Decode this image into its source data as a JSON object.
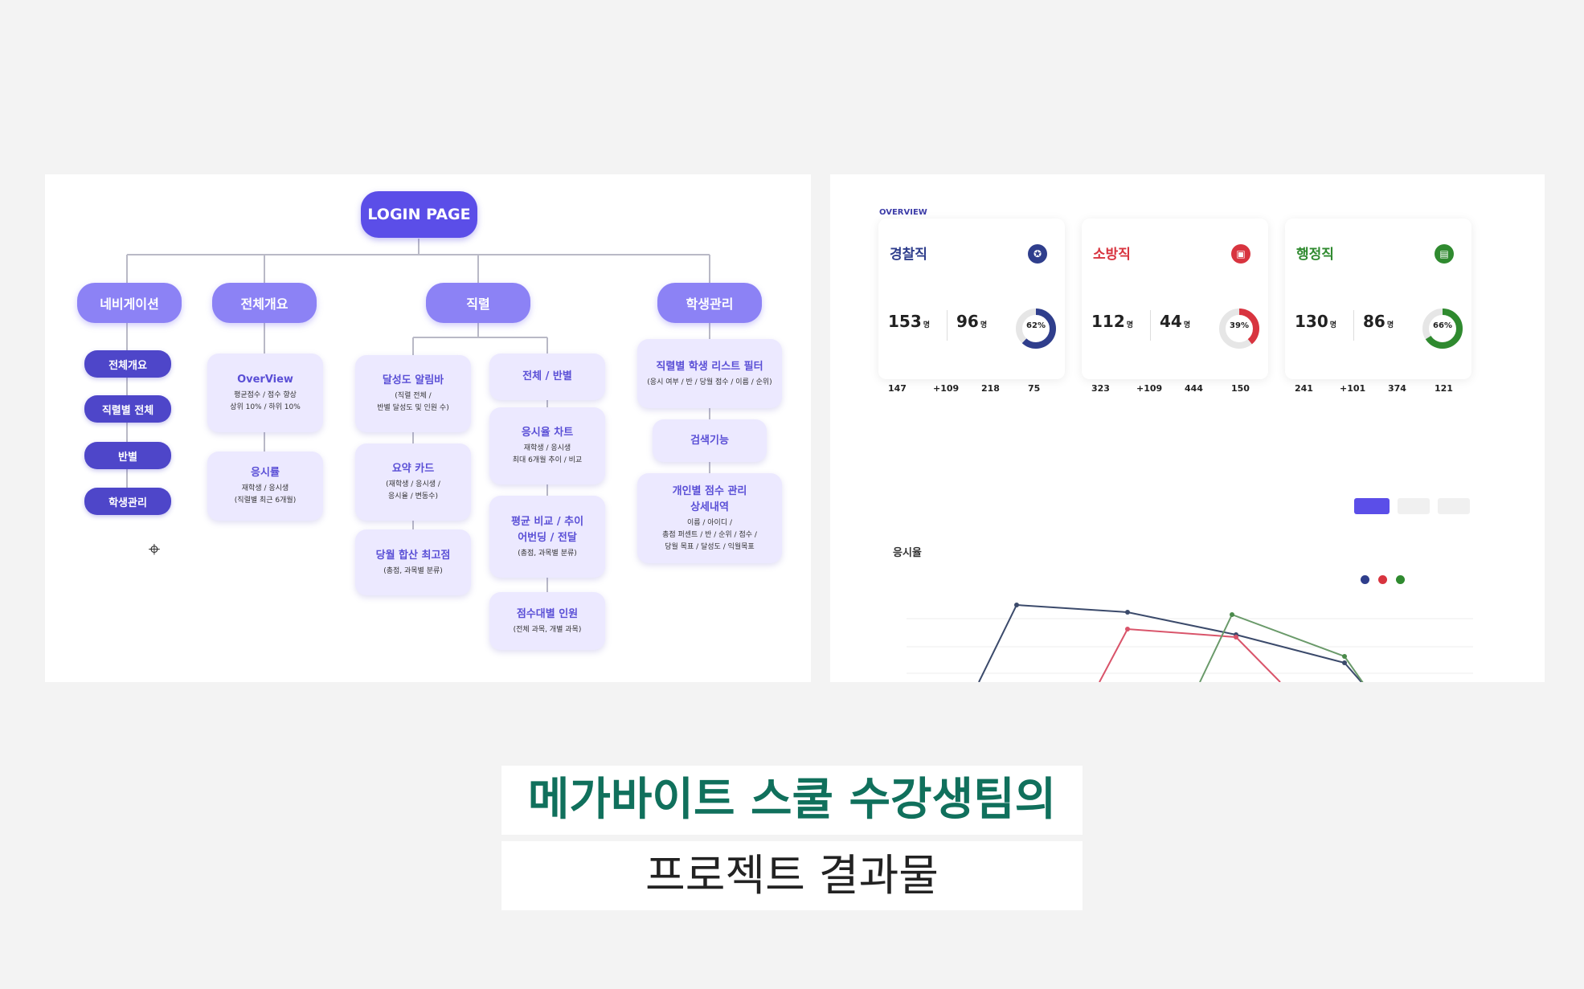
{
  "flowchart": {
    "root": "LOGIN PAGE",
    "categories": [
      "네비게이션",
      "전체개요",
      "직렬",
      "학생관리"
    ],
    "nav_items": [
      "전체개요",
      "직렬별 전체",
      "반별",
      "학생관리"
    ],
    "overview_cards": [
      {
        "title": "OverView",
        "desc": "평균점수 / 점수 향상\n상위 10% / 하위 10%"
      },
      {
        "title": "응시률",
        "desc": "재학생 / 응시생\n(직렬별 최근 6개월)"
      }
    ],
    "jikryeol_col1": [
      {
        "title": "달성도 알림바",
        "desc": "(직렬 전체 /\n반별 달성도 및 인원 수)"
      },
      {
        "title": "요약 카드",
        "desc": "(재학생 / 응시생 /\n응시율 / 변동수)"
      },
      {
        "title": "당월 합산 최고점",
        "desc": "(총점, 과목별 분류)"
      }
    ],
    "jikryeol_col2": [
      {
        "title": "전체 / 반별",
        "desc": ""
      },
      {
        "title": "응시율 차트",
        "desc": "재학생 / 응시생\n최대 6개월 추이 / 비교"
      },
      {
        "title": "평균 비교 / 추이\n어번딩 / 전달",
        "desc": "(총점, 과목별 분류)"
      },
      {
        "title": "점수대별 인원",
        "desc": "(전체 과목, 개별 과목)"
      }
    ],
    "student_cards": [
      {
        "title": "직렬별 학생 리스트 필터",
        "desc": "(응시 여부 / 반 / 당월 점수 / 이름 / 순위)"
      },
      {
        "title": "검색기능",
        "desc": ""
      },
      {
        "title": "개인별 점수 관리\n상세내역",
        "desc": "이름 / 아이디 /\n총점 퍼센트 / 반 / 순위 / 점수 /\n당월 목표 / 달성도 / 익월목표"
      }
    ]
  },
  "dashboard": {
    "overview_label": "OVERVIEW",
    "stat_cards": [
      {
        "title": "경찰직",
        "color": "#2f3e8c",
        "icon": "shield-icon",
        "v1": "153",
        "u1": "명",
        "v2": "96",
        "u2": "명",
        "ring": "62",
        "ring_pct": 0.62,
        "s": [
          "147",
          "+109",
          "218",
          "75"
        ]
      },
      {
        "title": "소방직",
        "color": "#d8343f",
        "icon": "fire-icon",
        "v1": "112",
        "u1": "명",
        "v2": "44",
        "u2": "명",
        "ring": "39",
        "ring_pct": 0.39,
        "s": [
          "323",
          "+109",
          "444",
          "150"
        ]
      },
      {
        "title": "행정직",
        "color": "#2f8a2f",
        "icon": "document-icon",
        "v1": "130",
        "u1": "명",
        "v2": "86",
        "u2": "명",
        "ring": "66",
        "ring_pct": 0.66,
        "s": [
          "241",
          "+101",
          "374",
          "121"
        ]
      }
    ],
    "ring_unit": "%",
    "chart_title": "응시율"
  },
  "caption": {
    "line1": "메가바이트 스쿨 수강생팀의",
    "line2": "프로젝트 결과물"
  }
}
